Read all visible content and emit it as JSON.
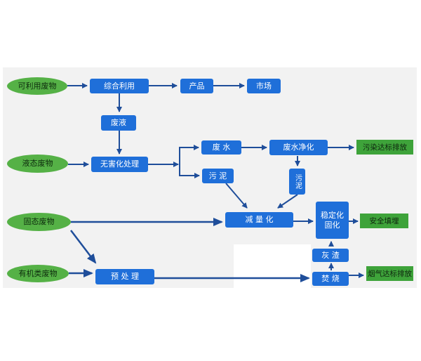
{
  "inputs": {
    "recyclable": "可利用废物",
    "liquid": "液态废物",
    "solid": "固态废物",
    "organic": "有机类废物"
  },
  "process": {
    "comprehensive_use": "综合利用",
    "product": "产品",
    "market": "市场",
    "waste_liquid": "废液",
    "harmless_treatment": "无害化处理",
    "waste_water": "废 水",
    "water_purification": "废水净化",
    "sludge_a": "污 泥",
    "sludge_b": "污泥",
    "volume_reduction": "减 量 化",
    "stabilization": "稳定化固化",
    "ash": "灰 渣",
    "pretreatment": "预 处 理",
    "incineration": "焚 烧"
  },
  "outputs": {
    "pollutant_discharge": "污染达标排放",
    "safe_landfill": "安全填埋",
    "flue_gas_discharge": "烟气达标排放"
  }
}
